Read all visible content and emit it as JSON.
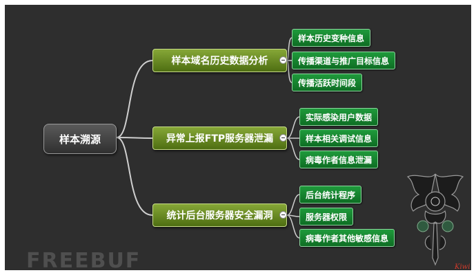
{
  "mindmap": {
    "root": {
      "label": "样本溯源"
    },
    "branches": [
      {
        "label": "样本域名历史数据分析",
        "leaves": [
          "样本历史变种信息",
          "传播渠道与推广目标信息",
          "传播活跃时间段"
        ]
      },
      {
        "label": "异常上报FTP服务器泄漏",
        "leaves": [
          "实际感染用户数据",
          "样本相关调试信息",
          "病毒作者信息泄漏"
        ]
      },
      {
        "label": "统计后台服务器安全漏洞",
        "leaves": [
          "后台统计程序",
          "服务器权限",
          "病毒作者其他敏感信息"
        ]
      }
    ]
  },
  "colors": {
    "background": "#2e2e2e",
    "branch_fill": "#6b8e23",
    "leaf_fill": "#178a33",
    "connector": "#cfcfcf"
  },
  "watermark": {
    "text": "FREEBUF"
  },
  "signature": {
    "text": "Kiwi"
  },
  "icons": {
    "collapse_toggle": "minus-circle-icon",
    "decoration": "tribal-dragon-emblem"
  }
}
